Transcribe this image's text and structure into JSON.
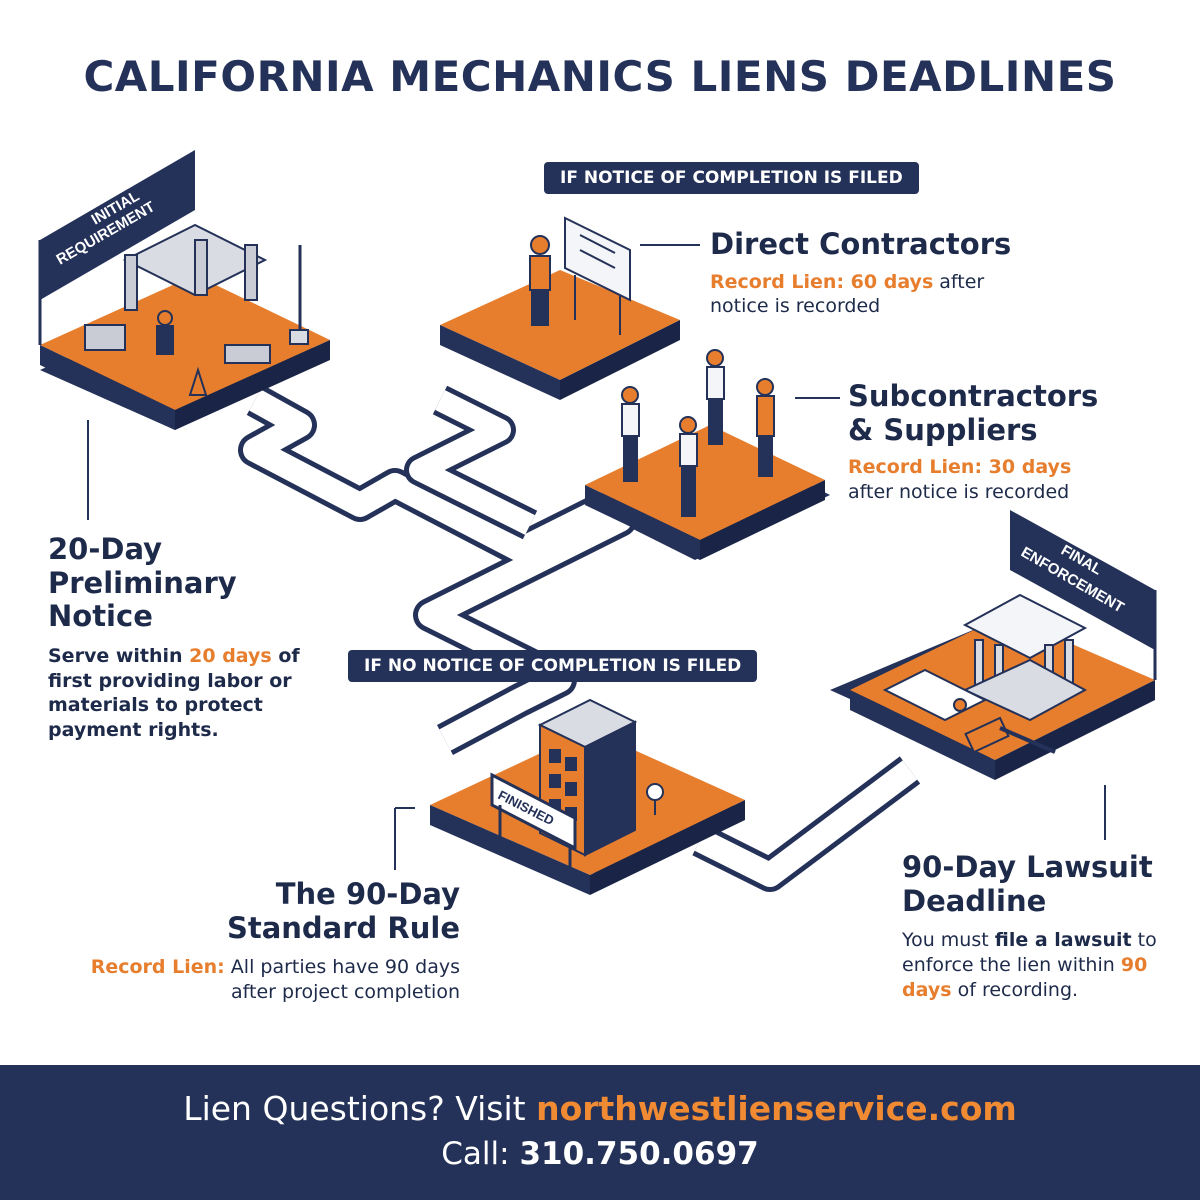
{
  "title": "CALIFORNIA MECHANICS LIENS DEADLINES",
  "colors": {
    "navy": "#243158",
    "orange": "#e67e2e",
    "light_orange": "#f39a4c",
    "white": "#ffffff"
  },
  "banners": {
    "initial": [
      "INITIAL",
      "REQUIREMENT"
    ],
    "final": [
      "FINAL",
      "ENFORCEMENT"
    ]
  },
  "tags": {
    "notice_filed": "IF NOTICE OF COMPLETION IS FILED",
    "no_notice_filed": "IF NO NOTICE OF COMPLETION IS FILED"
  },
  "sign_finished": "FINISHED",
  "preliminary": {
    "heading": [
      "20-Day",
      "Preliminary",
      "Notice"
    ],
    "text_pre": "Serve within ",
    "text_hl": "20 days",
    "text_post": " of first providing labor or materials to protect payment rights."
  },
  "direct": {
    "heading": "Direct Contractors",
    "label": "Record Lien: 60 days",
    "text_rest": " after notice is recorded"
  },
  "subs": {
    "heading": [
      "Subcontractors",
      "& Suppliers"
    ],
    "label": "Record Lien: 30 days",
    "text_rest": "after notice is recorded"
  },
  "standard": {
    "heading": [
      "The 90-Day",
      "Standard Rule"
    ],
    "label": "Record Lien:",
    "text_rest1": " All parties have 90 days",
    "text_rest2": "after project completion"
  },
  "lawsuit": {
    "heading": [
      "90-Day Lawsuit",
      "Deadline"
    ],
    "text_pre": "You must ",
    "text_strong": "file a lawsuit",
    "text_mid": " to enforce the lien within ",
    "text_hl": "90 days",
    "text_post": " of recording."
  },
  "footer": {
    "prefix": "Lien Questions? Visit ",
    "url": "northwestlienservice.com",
    "call_label": "Call: ",
    "phone": "310.750.0697"
  },
  "icons": [
    "construction-site-icon",
    "contractor-with-blueprint-icon",
    "workers-group-icon",
    "finished-building-icon",
    "courthouse-icon",
    "gavel-icon",
    "document-icon"
  ]
}
